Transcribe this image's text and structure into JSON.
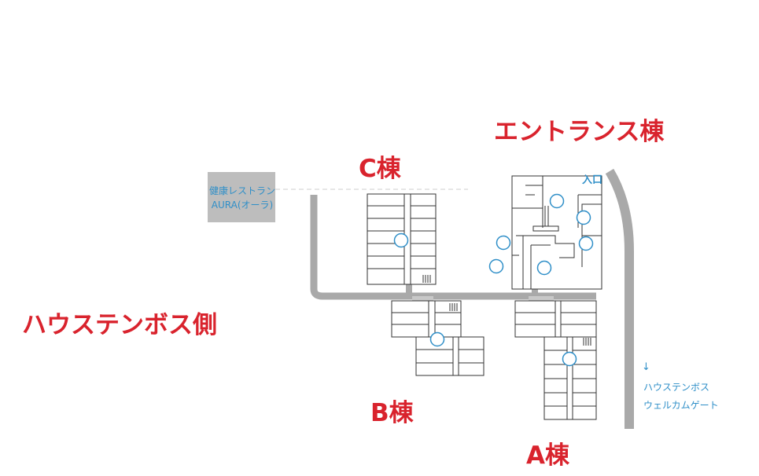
{
  "colors": {
    "label_red": "#d9232d",
    "label_blue": "#2f8fc8",
    "road_gray": "#a9a9a9",
    "restaurant_gray": "#bdbdbd",
    "building_line": "#333333",
    "marker_blue": "#2f8fc8"
  },
  "labels": {
    "entrance_building": "エントランス棟",
    "building_c": "C棟",
    "building_b": "B棟",
    "building_a": "A棟",
    "huis_ten_bosch_side": "ハウステンボス側"
  },
  "restaurant": {
    "line1": "健康レストラン",
    "line2": "AURA(オーラ)"
  },
  "entrance": {
    "label": "入口"
  },
  "welcome_gate": {
    "arrow": "↓",
    "line1": "ハウステンボス",
    "line2": "ウェルカムゲート"
  },
  "icons": {
    "location_marker": "circle-marker-icon",
    "stairs": "stairs-icon",
    "arrow_down": "arrow-down-icon"
  }
}
